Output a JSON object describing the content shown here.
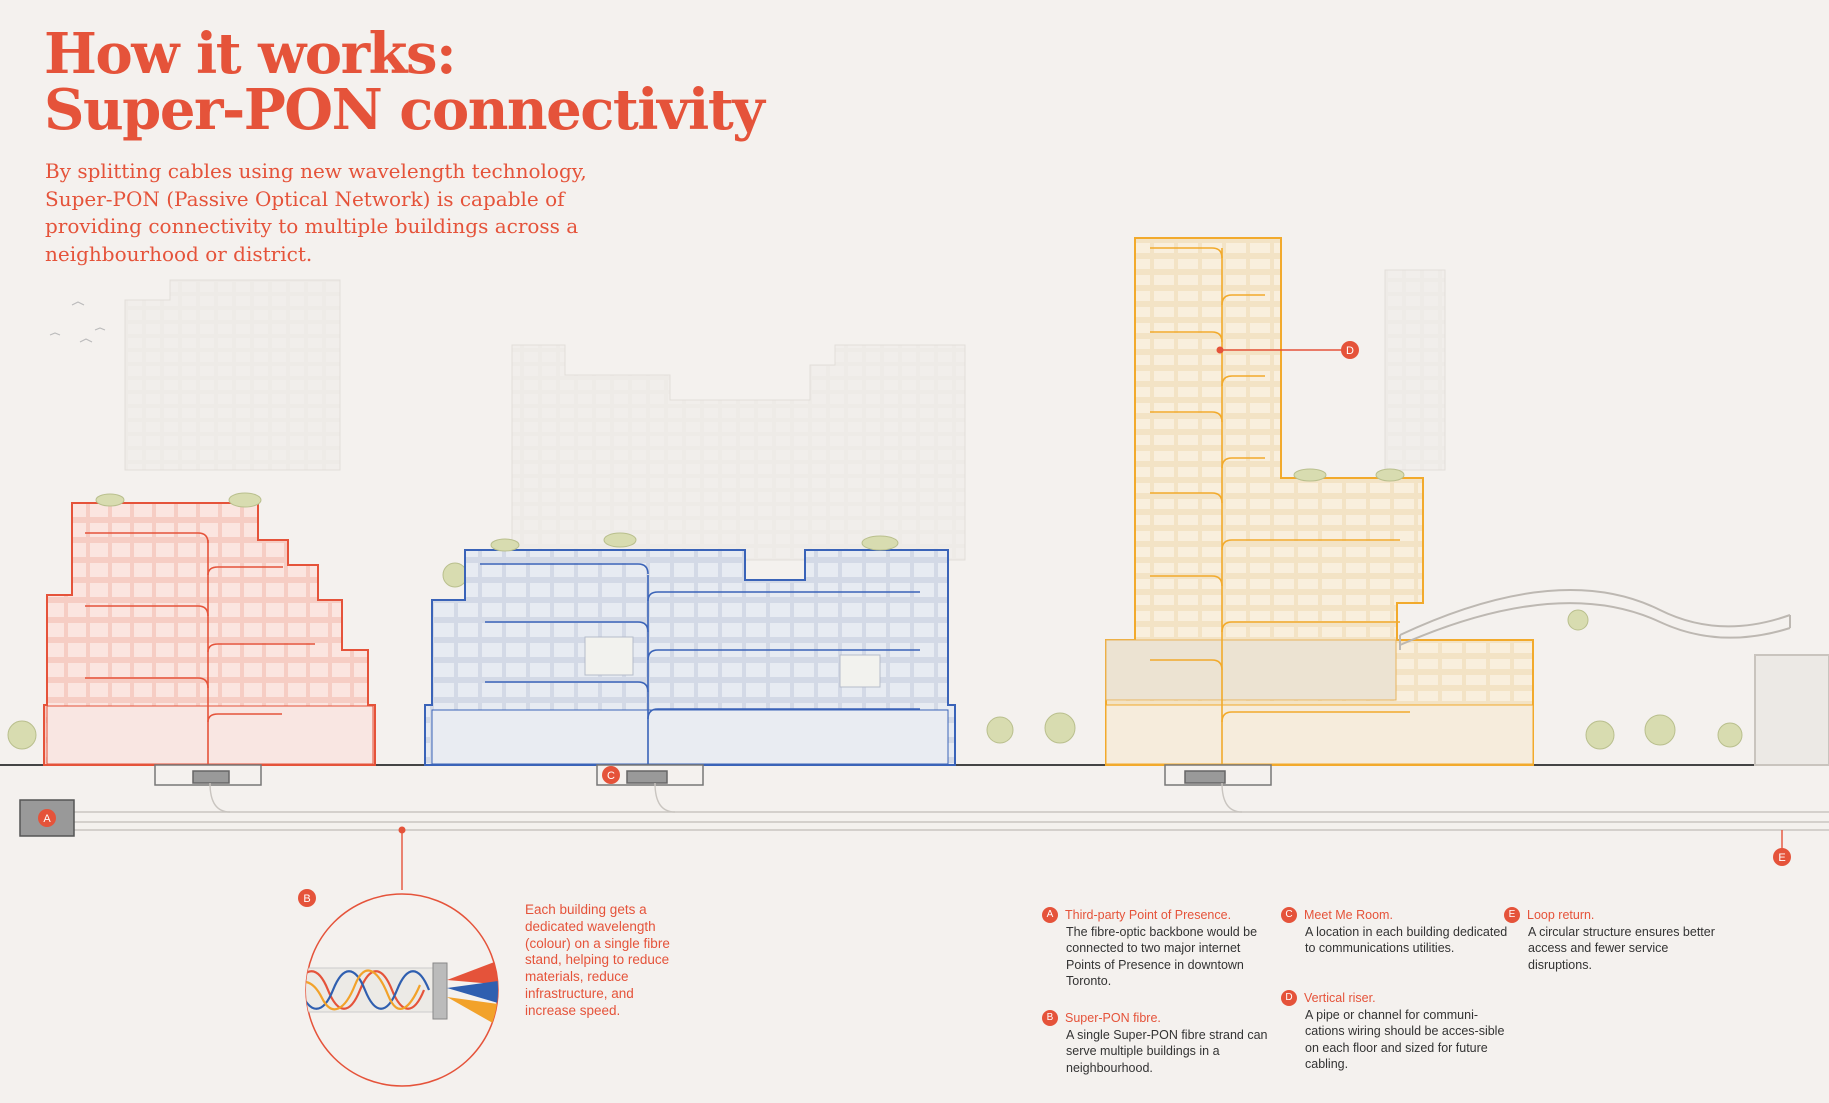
{
  "title": {
    "line1": "How it works:",
    "line2": "Super-PON connectivity"
  },
  "intro": "By splitting cables using new wavelength technology, Super-PON (Passive Optical Network) is capable of providing connectivity to multiple buildings across a neighbourhood or district.",
  "markers": {
    "a": "A",
    "b": "B",
    "c": "C",
    "d": "D",
    "e": "E"
  },
  "fibre_caption": "Each building gets a dedicated wavelength (colour) on a single fibre stand, helping to reduce materials, reduce infrastructure, and increase speed.",
  "legend": [
    {
      "letter": "A",
      "heading": "Third-party Point of Presence.",
      "body": "The fibre-optic backbone would be connected to two major internet Points of Presence in downtown Toronto."
    },
    {
      "letter": "B",
      "heading": "Super-PON fibre.",
      "body": "A single Super-PON fibre strand can serve multiple buildings in a neighbourhood."
    },
    {
      "letter": "C",
      "heading": "Meet Me Room.",
      "body": "A location in each building dedicated to communications utilities."
    },
    {
      "letter": "D",
      "heading": "Vertical riser.",
      "body": "A pipe or channel for communi-cations wiring should be acces-sible on each floor and sized for future cabling."
    },
    {
      "letter": "E",
      "heading": "Loop return.",
      "body": "A circular structure ensures better access and fewer service disruptions."
    }
  ],
  "colors": {
    "accent": "#e5533a",
    "red_building": "#e5533a",
    "blue_building": "#3a63b8",
    "yellow_building": "#f2aa2c",
    "background": "#f4f1ee",
    "fibre_red": "#e5533a",
    "fibre_blue": "#2f5fb0",
    "fibre_orange": "#f2a22a"
  }
}
